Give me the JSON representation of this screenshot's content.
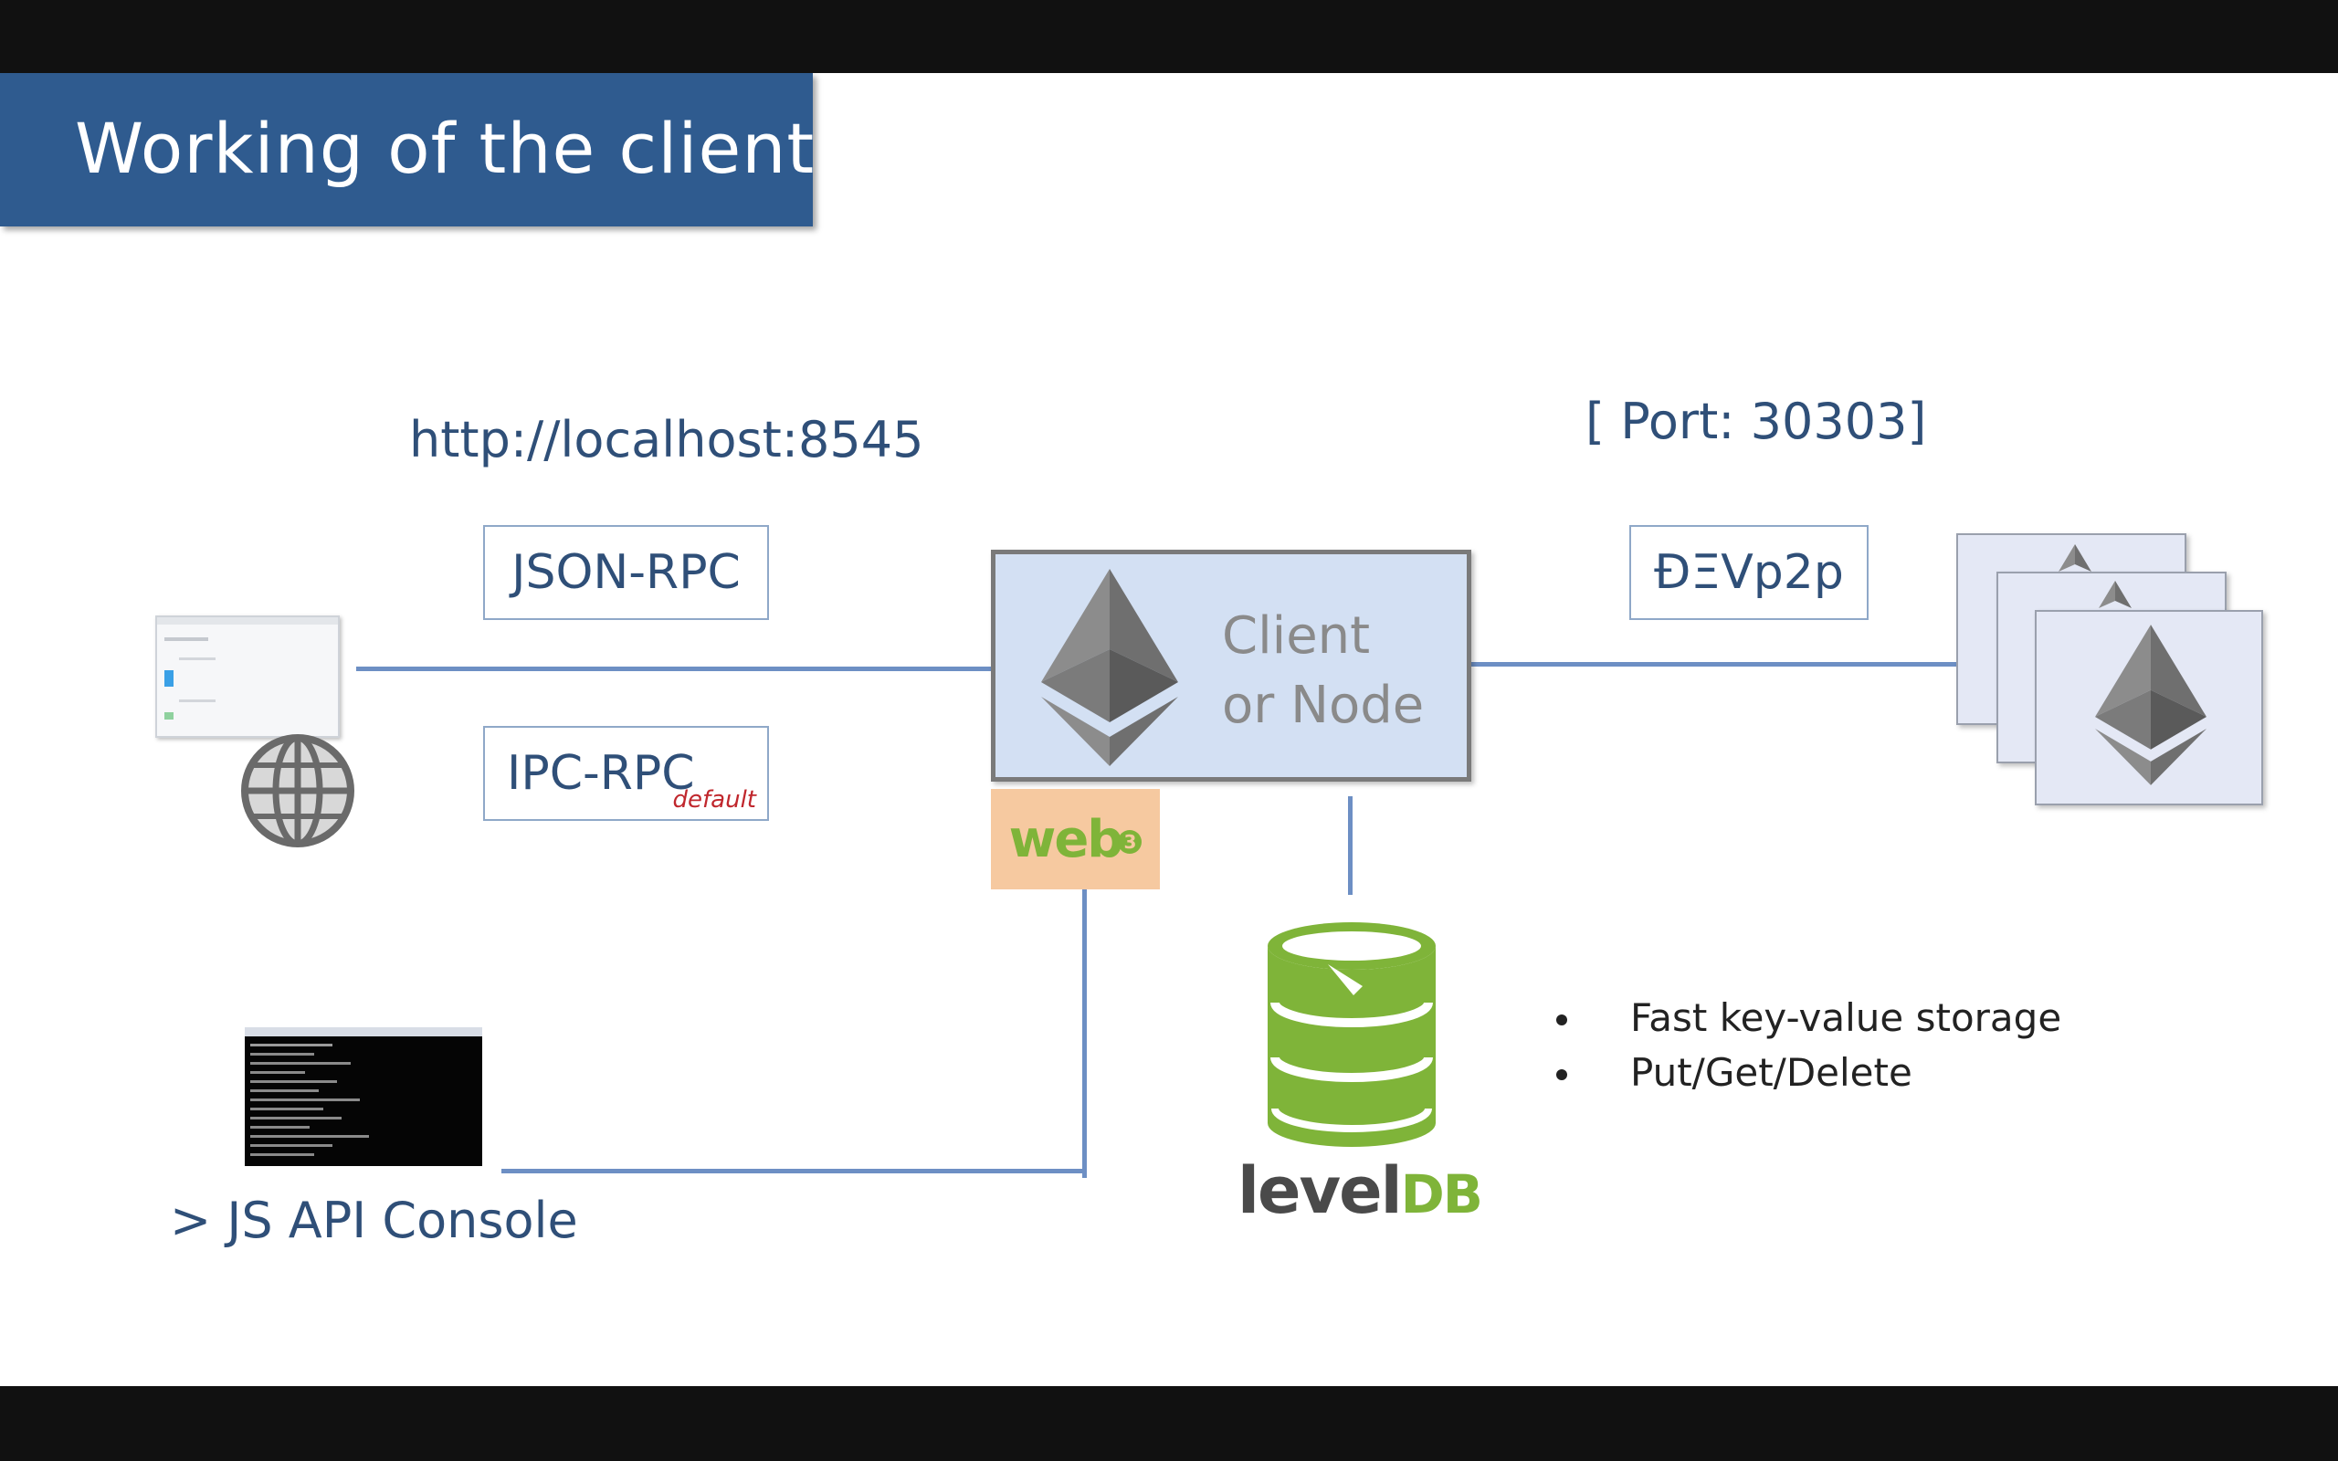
{
  "title": "Working of the client",
  "rpc": {
    "url": "http://localhost:8545",
    "json_rpc": "JSON-RPC",
    "ipc_rpc": "IPC-RPC",
    "ipc_default": "default"
  },
  "node": {
    "line1": "Client",
    "line2": "or Node"
  },
  "web3": {
    "label": "web",
    "badge": "3"
  },
  "p2p": {
    "port": "[ Port: 30303]",
    "protocol": "ĐΞVp2p"
  },
  "console": {
    "label": "> JS API Console"
  },
  "leveldb": {
    "name_part1": "level",
    "name_part2": "DB",
    "features": [
      "Fast key-value storage",
      "Put/Get/Delete"
    ]
  },
  "colors": {
    "title_banner": "#2f5b8f",
    "connector": "#6d8fc4",
    "client_box": "#d3e0f3",
    "web3_box": "#f6c9a0",
    "leveldb_green": "#7fb439",
    "leveldb_gray": "#4a4a4a"
  },
  "icons": {
    "browser": "browser-window-icon",
    "globe": "globe-icon",
    "ethereum": "ethereum-diamond-icon",
    "database": "database-cylinder-icon",
    "terminal": "terminal-window-icon"
  }
}
